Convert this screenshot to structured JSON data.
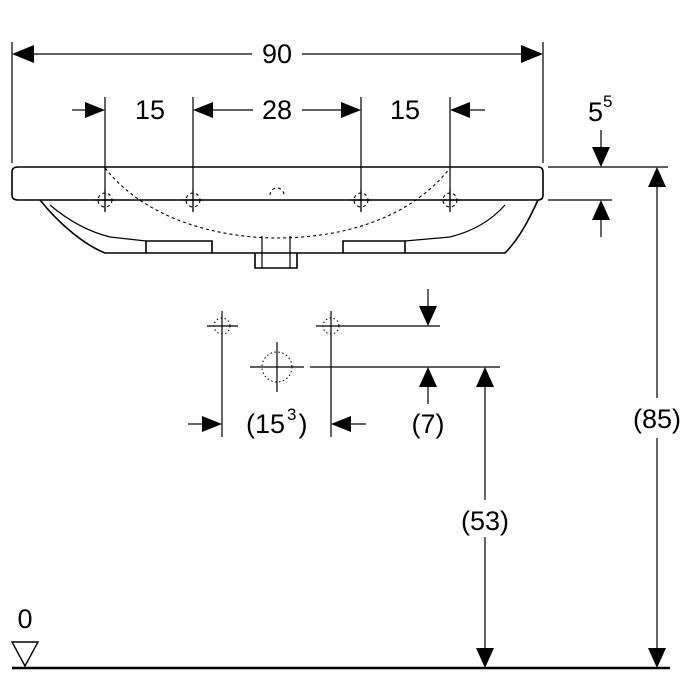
{
  "dimensions": {
    "overall_width": "90",
    "hole_spacing_left": "15",
    "hole_spacing_middle": "28",
    "hole_spacing_right": "15",
    "rim_thickness_base": "5",
    "rim_thickness_sup": "5",
    "tap_spacing_base": "(15",
    "tap_spacing_sup": "3",
    "tap_spacing_close": ")",
    "tap_offset": "(7)",
    "waste_height": "(53)",
    "total_height": "(85)",
    "floor_level": "0"
  }
}
